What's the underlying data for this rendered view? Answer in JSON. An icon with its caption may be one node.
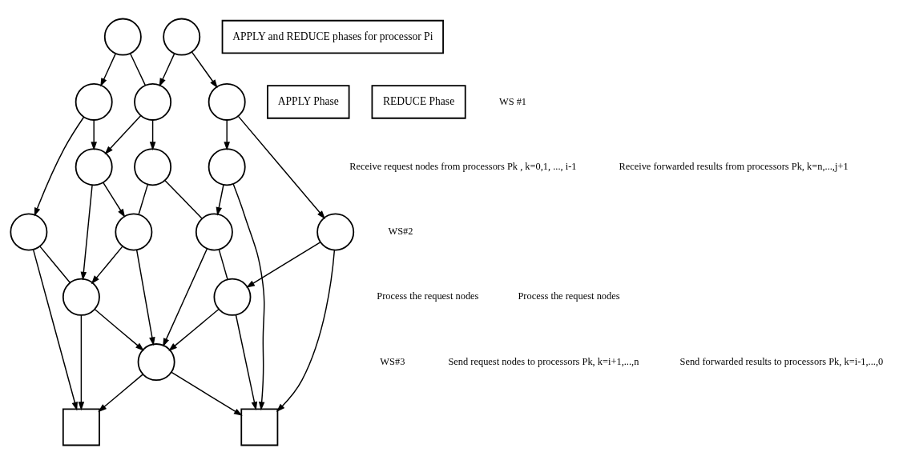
{
  "diagram": {
    "nodes": [
      {
        "text": [],
        "shape": "circle"
      },
      {
        "text": [],
        "shape": "circle"
      },
      {
        "text": [],
        "shape": "circle"
      },
      {
        "text": [],
        "shape": "circle"
      },
      {
        "text": [],
        "shape": "circle"
      },
      {
        "text": [],
        "shape": "circle"
      },
      {
        "text": [],
        "shape": "circle"
      },
      {
        "text": [],
        "shape": "circle"
      },
      {
        "text": [],
        "shape": "circle"
      },
      {
        "text": [],
        "shape": "circle"
      },
      {
        "text": [],
        "shape": "circle"
      },
      {
        "text": [],
        "shape": "circle"
      },
      {
        "text": [],
        "shape": "circle"
      },
      {
        "text": [],
        "shape": "circle"
      },
      {
        "text": [],
        "shape": "circle"
      },
      {
        "text": [],
        "shape": "box"
      },
      {
        "text": [],
        "shape": "box"
      },
      {
        "text": [
          "APPLY and REDUCE phases for processor Pi"
        ]
      },
      {
        "text": [
          "APPLY Phase"
        ]
      },
      {
        "text": [
          "REDUCE Phase"
        ]
      }
    ],
    "edges": [
      {
        "from": 0,
        "to": 2,
        "arrow": "to"
      },
      {
        "from": 0,
        "to": 3,
        "arrow": "none"
      },
      {
        "from": 1,
        "to": 3,
        "arrow": "to"
      },
      {
        "from": 1,
        "to": 4,
        "arrow": "to"
      },
      {
        "from": 2,
        "to": 5,
        "arrow": "to"
      },
      {
        "from": 2,
        "to": 8,
        "arrow": "to"
      },
      {
        "from": 3,
        "to": 5,
        "arrow": "to"
      },
      {
        "from": 3,
        "to": 6,
        "arrow": "to"
      },
      {
        "from": 4,
        "to": 7,
        "arrow": "to"
      },
      {
        "from": 4,
        "to": 11,
        "arrow": "to"
      },
      {
        "from": 5,
        "to": 12,
        "arrow": "to"
      },
      {
        "from": 5,
        "to": 9,
        "arrow": "to"
      },
      {
        "from": 6,
        "to": 9,
        "arrow": "none"
      },
      {
        "from": 6,
        "to": 10,
        "arrow": "none"
      },
      {
        "from": 7,
        "to": 10,
        "arrow": "to"
      },
      {
        "from": 7,
        "to": 16,
        "arrow": "to"
      },
      {
        "from": 8,
        "to": 12,
        "arrow": "none"
      },
      {
        "from": 8,
        "to": 15,
        "arrow": "to"
      },
      {
        "from": 9,
        "to": 12,
        "arrow": "to"
      },
      {
        "from": 9,
        "to": 14,
        "arrow": "to"
      },
      {
        "from": 10,
        "to": 14,
        "arrow": "to"
      },
      {
        "from": 10,
        "to": 13,
        "arrow": "none"
      },
      {
        "from": 11,
        "to": 13,
        "arrow": "to"
      },
      {
        "from": 11,
        "to": 16,
        "arrow": "to"
      },
      {
        "from": 12,
        "to": 15,
        "arrow": "to"
      },
      {
        "from": 12,
        "to": 14,
        "arrow": "to"
      },
      {
        "from": 13,
        "to": 14,
        "arrow": "to"
      },
      {
        "from": 13,
        "to": 16,
        "arrow": "to"
      },
      {
        "from": 14,
        "to": 15,
        "arrow": "to"
      },
      {
        "from": 14,
        "to": 16,
        "arrow": "to"
      }
    ],
    "labels": [
      "WS #1",
      "Receive request nodes from processors Pk , k=0,1, ..., i-1",
      "Receive forwarded results from processors Pk, k=n,...,j+1",
      "WS#2",
      "Process the request nodes",
      "Process the request nodes",
      "WS#3",
      "Send request nodes to processors Pk, k=i+1,...,n",
      "Send forwarded results to processors Pk, k=i-1,...,0"
    ]
  }
}
